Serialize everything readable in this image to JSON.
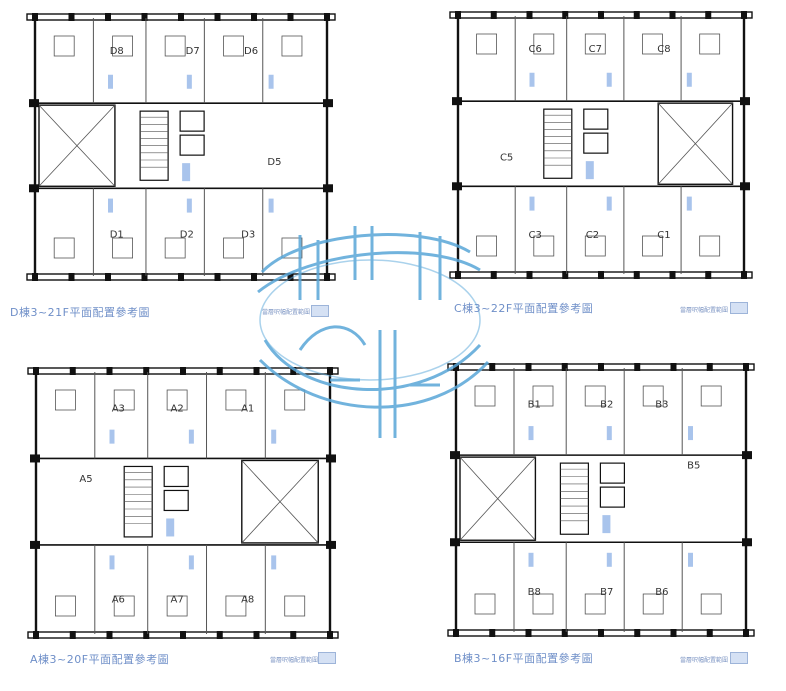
{
  "plans": [
    {
      "id": "D",
      "caption": "D棟3~21F平面配置參考圖",
      "legend_note": "當層呎幅配置範圍",
      "units": [
        "D8",
        "D7",
        "D6",
        "D5",
        "D1",
        "D2",
        "D3"
      ]
    },
    {
      "id": "C",
      "caption": "C棟3~22F平面配置參考圖",
      "legend_note": "當層呎幅配置範圍",
      "units": [
        "C6",
        "C7",
        "C8",
        "C5",
        "C3",
        "C2",
        "C1"
      ]
    },
    {
      "id": "A",
      "caption": "A棟3~20F平面配置參考圖",
      "legend_note": "當層呎幅配置範圍",
      "units": [
        "A3",
        "A2",
        "A1",
        "A5",
        "A6",
        "A7",
        "A8"
      ]
    },
    {
      "id": "B",
      "caption": "B棟3~16F平面配置參考圖",
      "legend_note": "當層呎幅配置範圍",
      "units": [
        "B1",
        "B2",
        "B3",
        "B5",
        "B8",
        "B7",
        "B6"
      ]
    }
  ],
  "colors": {
    "wall": "#111111",
    "room_line": "#555555",
    "caption": "#6f8fc8",
    "accent_fill": "#a9c4ec",
    "logo": "#59a6d8"
  }
}
